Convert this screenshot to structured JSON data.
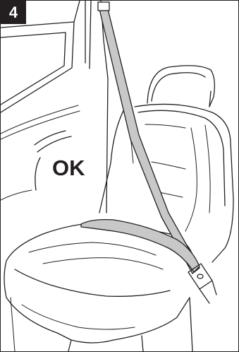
{
  "step": {
    "number": "4"
  },
  "status": {
    "label": "OK"
  },
  "illustration": {
    "subject": "seat-belt-on-vehicle-seat",
    "belt_color": "#c8c8c8",
    "line_color": "#231f20"
  }
}
